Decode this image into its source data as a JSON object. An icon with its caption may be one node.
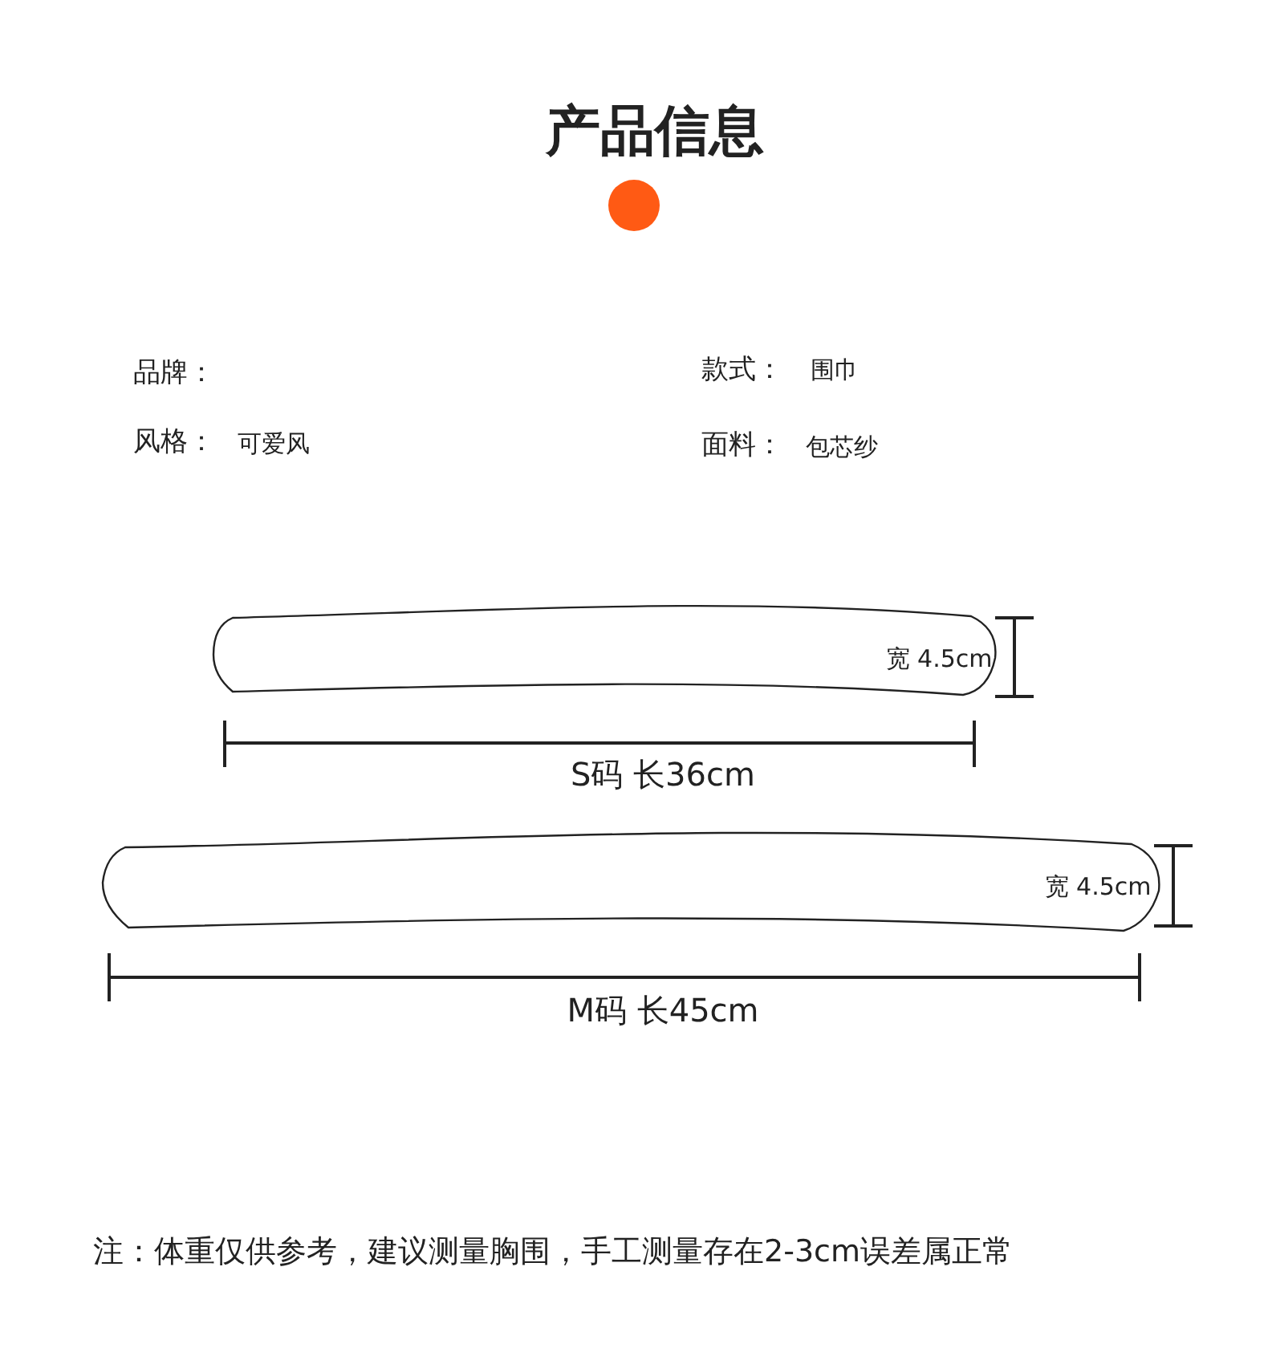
{
  "diagram": {
    "title": "产品信息",
    "labels": [
      "品牌：",
      "款式：",
      "围巾",
      "风格：",
      "可爱风",
      "面料：",
      "包芯纱",
      "宽 4.5cm",
      "S码 长36cm",
      "宽 4.5cm",
      "M码 长45cm"
    ],
    "caption": "注：体重仅供参考，建议测量胸围，手工测量存在2-3cm误差属正常"
  }
}
